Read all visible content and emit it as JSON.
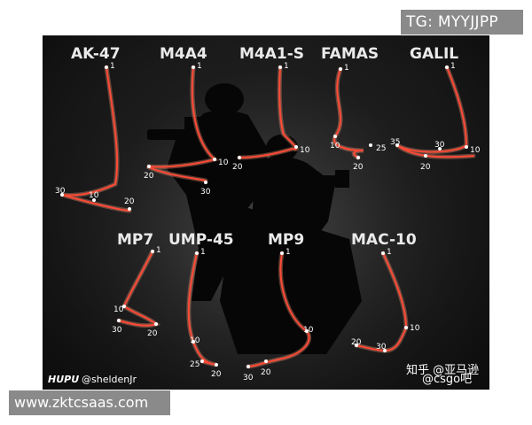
{
  "badge": {
    "tg": "TG: MYYJJPP"
  },
  "footer": {
    "url": "www.zktcsaas.com"
  },
  "credit": {
    "hupu": "HUPU",
    "handle": "@sheldenJr"
  },
  "watermark": {
    "zhihu": "知乎 @亚马逊",
    "handle": "@csgo吧"
  },
  "colors": {
    "pattern": "#ff4a36",
    "glow": "#ff9a7a",
    "dot": "#ffffff"
  },
  "weapons": [
    {
      "name": "AK-47",
      "labels": [
        {
          "t": "1"
        },
        {
          "t": "30"
        },
        {
          "t": "10"
        },
        {
          "t": "20"
        }
      ]
    },
    {
      "name": "M4A4",
      "labels": [
        {
          "t": "1"
        },
        {
          "t": "10"
        },
        {
          "t": "20"
        },
        {
          "t": "30"
        }
      ]
    },
    {
      "name": "M4A1-S",
      "labels": [
        {
          "t": "1"
        },
        {
          "t": "10"
        },
        {
          "t": "20"
        }
      ]
    },
    {
      "name": "FAMAS",
      "labels": [
        {
          "t": "1"
        },
        {
          "t": "10"
        },
        {
          "t": "25"
        },
        {
          "t": "20"
        }
      ]
    },
    {
      "name": "GALIL",
      "labels": [
        {
          "t": "1"
        },
        {
          "t": "35"
        },
        {
          "t": "30"
        },
        {
          "t": "10"
        },
        {
          "t": "20"
        }
      ]
    },
    {
      "name": "MP7",
      "labels": [
        {
          "t": "1"
        },
        {
          "t": "10"
        },
        {
          "t": "30"
        },
        {
          "t": "20"
        }
      ]
    },
    {
      "name": "UMP-45",
      "labels": [
        {
          "t": "1"
        },
        {
          "t": "10"
        },
        {
          "t": "25"
        },
        {
          "t": "20"
        }
      ]
    },
    {
      "name": "MP9",
      "labels": [
        {
          "t": "1"
        },
        {
          "t": "10"
        },
        {
          "t": "30"
        },
        {
          "t": "20"
        }
      ]
    },
    {
      "name": "MAC-10",
      "labels": [
        {
          "t": "1"
        },
        {
          "t": "10"
        },
        {
          "t": "20"
        },
        {
          "t": "30"
        }
      ]
    }
  ]
}
